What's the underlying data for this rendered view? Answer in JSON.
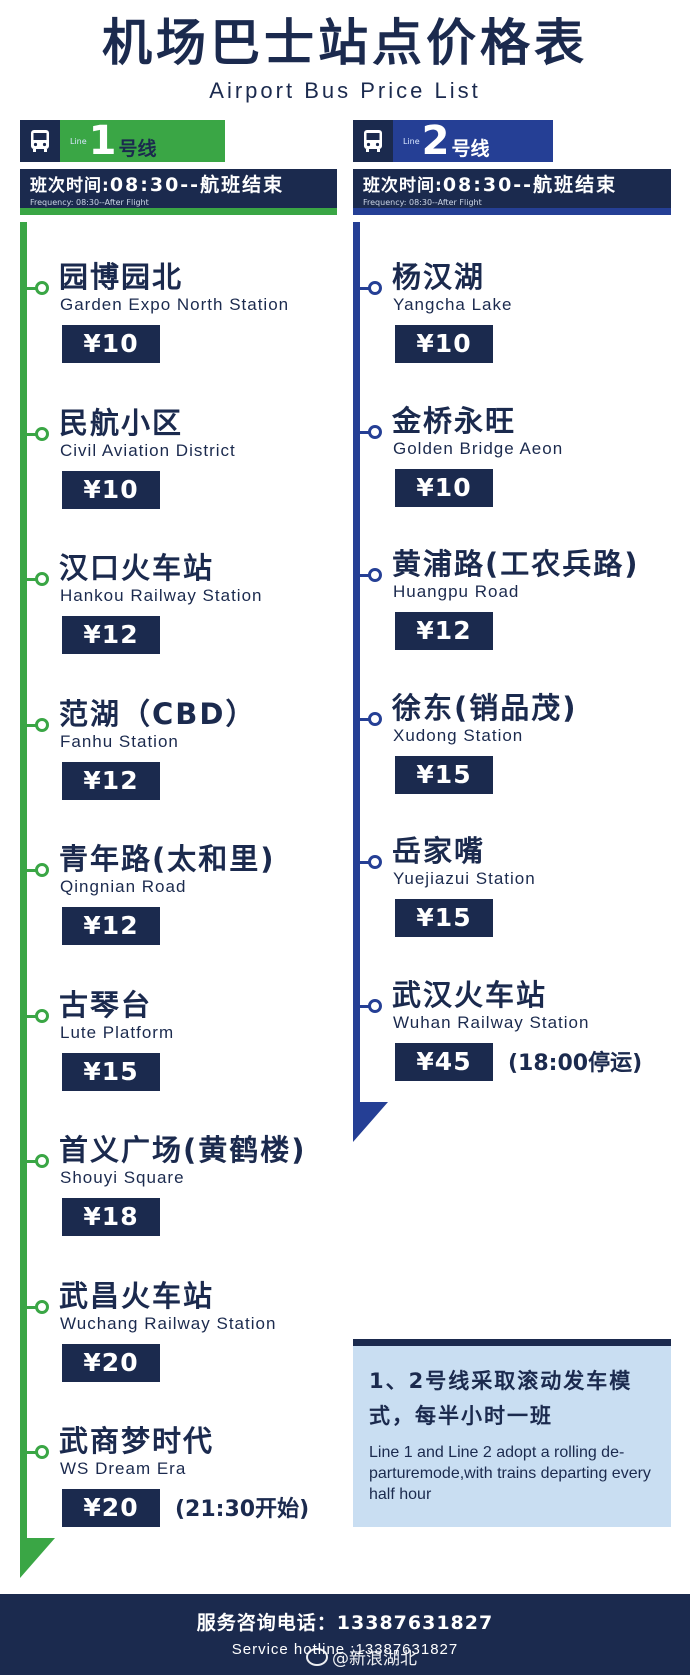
{
  "header": {
    "title_cn": "机场巴士站点价格表",
    "title_en": "Airport Bus Price List"
  },
  "colors": {
    "navy": "#1b2a4e",
    "line1_green": "#3aa645",
    "line2_blue": "#253f95",
    "notice_bg": "#c9def2"
  },
  "line1": {
    "icon": "bus-icon",
    "small_label": "Line",
    "number": "1",
    "suffix": "号线",
    "freq_label": "班次时间:",
    "freq_time": "08:30--航班结束",
    "freq_en": "Frequency: 08:30--After Flight",
    "stops": [
      {
        "cn": "园博园北",
        "en": "Garden Expo North Station",
        "price": "¥10",
        "note": ""
      },
      {
        "cn": "民航小区",
        "en": "Civil Aviation District",
        "price": "¥10",
        "note": ""
      },
      {
        "cn": "汉口火车站",
        "en": "Hankou Railway Station",
        "price": "¥12",
        "note": ""
      },
      {
        "cn": "范湖（CBD）",
        "en": "Fanhu Station",
        "price": "¥12",
        "note": ""
      },
      {
        "cn": "青年路(太和里)",
        "en": "Qingnian Road",
        "price": "¥12",
        "note": ""
      },
      {
        "cn": "古琴台",
        "en": "Lute Platform",
        "price": "¥15",
        "note": ""
      },
      {
        "cn": "首义广场(黄鹤楼)",
        "en": "Shouyi Square",
        "price": "¥18",
        "note": ""
      },
      {
        "cn": "武昌火车站",
        "en": "Wuchang Railway Station",
        "price": "¥20",
        "note": ""
      },
      {
        "cn": "武商梦时代",
        "en": "WS Dream Era",
        "price": "¥20",
        "note": "(21:30开始)"
      }
    ]
  },
  "line2": {
    "icon": "bus-icon",
    "small_label": "Line",
    "number": "2",
    "suffix": "号线",
    "freq_label": "班次时间:",
    "freq_time": "08:30--航班结束",
    "freq_en": "Frequency: 08:30--After Flight",
    "stops": [
      {
        "cn": "杨汉湖",
        "en": "Yangcha Lake",
        "price": "¥10",
        "note": ""
      },
      {
        "cn": "金桥永旺",
        "en": "Golden Bridge Aeon",
        "price": "¥10",
        "note": ""
      },
      {
        "cn": "黄浦路(工农兵路)",
        "en": "Huangpu  Road",
        "price": "¥12",
        "note": ""
      },
      {
        "cn": "徐东(销品茂)",
        "en": "Xudong  Station",
        "price": "¥15",
        "note": ""
      },
      {
        "cn": "岳家嘴",
        "en": "Yuejiazui  Station",
        "price": "¥15",
        "note": ""
      },
      {
        "cn": "武汉火车站",
        "en": "Wuhan Railway Station",
        "price": "¥45",
        "note": "(18:00停运)"
      }
    ]
  },
  "notice": {
    "cn": "1、2号线采取滚动发车模式，每半小时一班",
    "en": "Line 1 and Line 2 adopt a rolling de-parturemode,with trains departing every half hour"
  },
  "footer": {
    "hotline_cn": "服务咨询电话：13387631827",
    "hotline_en": "Service hotline :13387631827"
  },
  "watermark": {
    "text": "@新浪湖北",
    "icon": "weibo-icon"
  }
}
